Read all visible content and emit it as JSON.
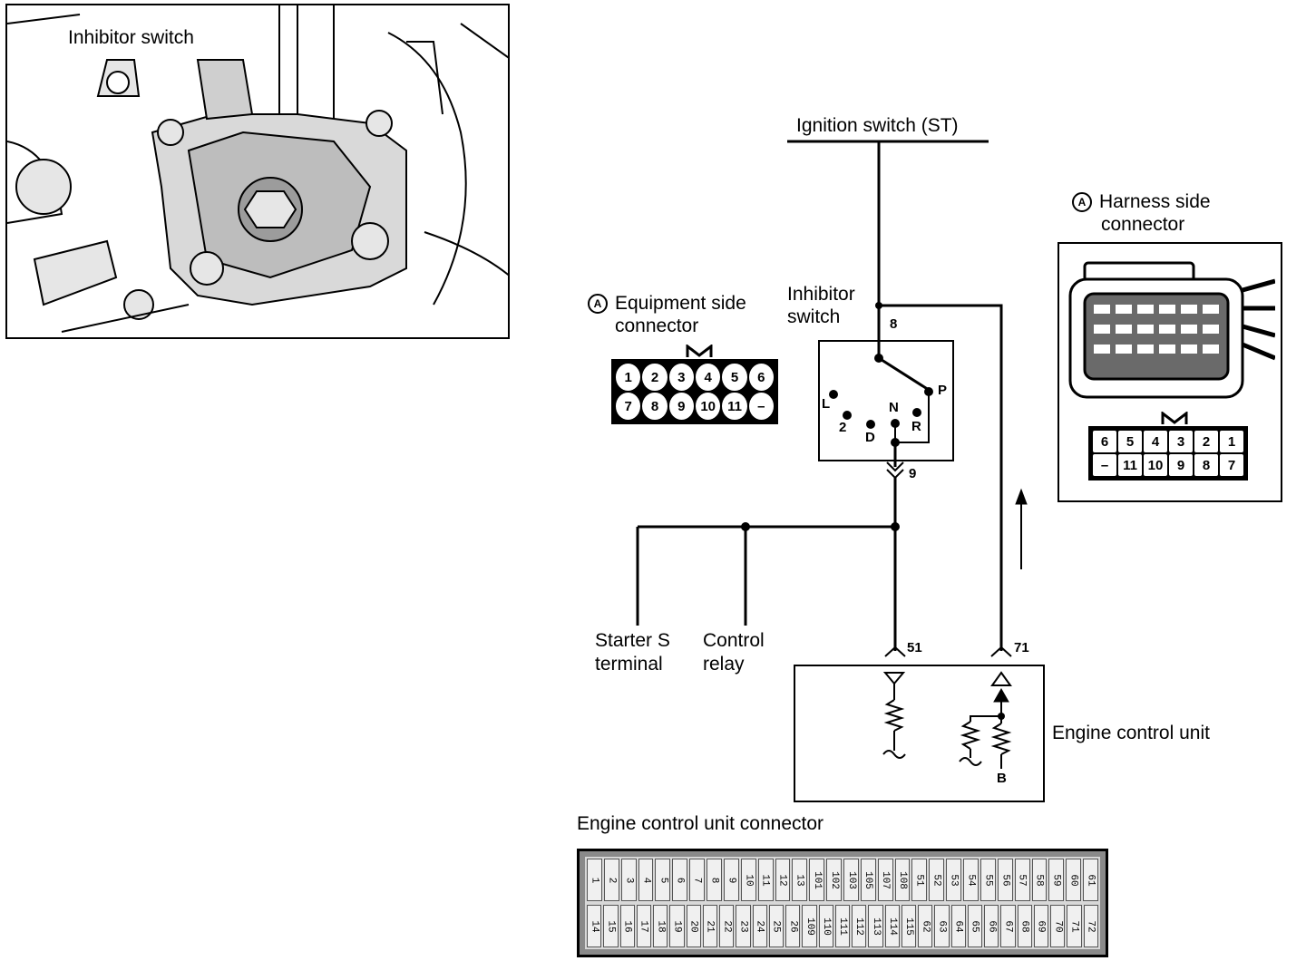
{
  "photo": {
    "caption": "Inhibitor switch"
  },
  "ignition_label": "Ignition switch (ST)",
  "inhibitor_label": [
    "Inhibitor",
    "switch"
  ],
  "pins": {
    "p8": "8",
    "p9": "9",
    "p51": "51",
    "p71": "71"
  },
  "positions": {
    "P": "P",
    "R": "R",
    "N": "N",
    "D": "D",
    "two": "2",
    "L": "L"
  },
  "equipment_connector": {
    "badge": "A",
    "title": [
      "Equipment side",
      "connector"
    ],
    "row1": [
      "1",
      "2",
      "3",
      "4",
      "5",
      "6"
    ],
    "row2": [
      "7",
      "8",
      "9",
      "10",
      "11",
      "–"
    ]
  },
  "harness_connector": {
    "badge": "A",
    "title": [
      "Harness side",
      "connector"
    ],
    "row1": [
      "6",
      "5",
      "4",
      "3",
      "2",
      "1"
    ],
    "row2": [
      "–",
      "11",
      "10",
      "9",
      "8",
      "7"
    ]
  },
  "starter_label": [
    "Starter S",
    "terminal"
  ],
  "relay_label": [
    "Control",
    "relay"
  ],
  "ecu_label": "Engine control unit",
  "ecu_b_label": "B",
  "ecu_connector": {
    "title": "Engine control unit connector",
    "row1": [
      "1",
      "2",
      "3",
      "4",
      "5",
      "6",
      "7",
      "8",
      "9",
      "10",
      "11",
      "12",
      "13",
      "101",
      "102",
      "103",
      "105",
      "107",
      "108",
      "51",
      "52",
      "53",
      "54",
      "55",
      "56",
      "57",
      "58",
      "59",
      "60",
      "61"
    ],
    "row2": [
      "14",
      "15",
      "16",
      "17",
      "18",
      "19",
      "20",
      "21",
      "22",
      "23",
      "24",
      "25",
      "26",
      "109",
      "110",
      "111",
      "112",
      "113",
      "114",
      "115",
      "62",
      "63",
      "64",
      "65",
      "66",
      "67",
      "68",
      "69",
      "70",
      "71",
      "72"
    ]
  }
}
